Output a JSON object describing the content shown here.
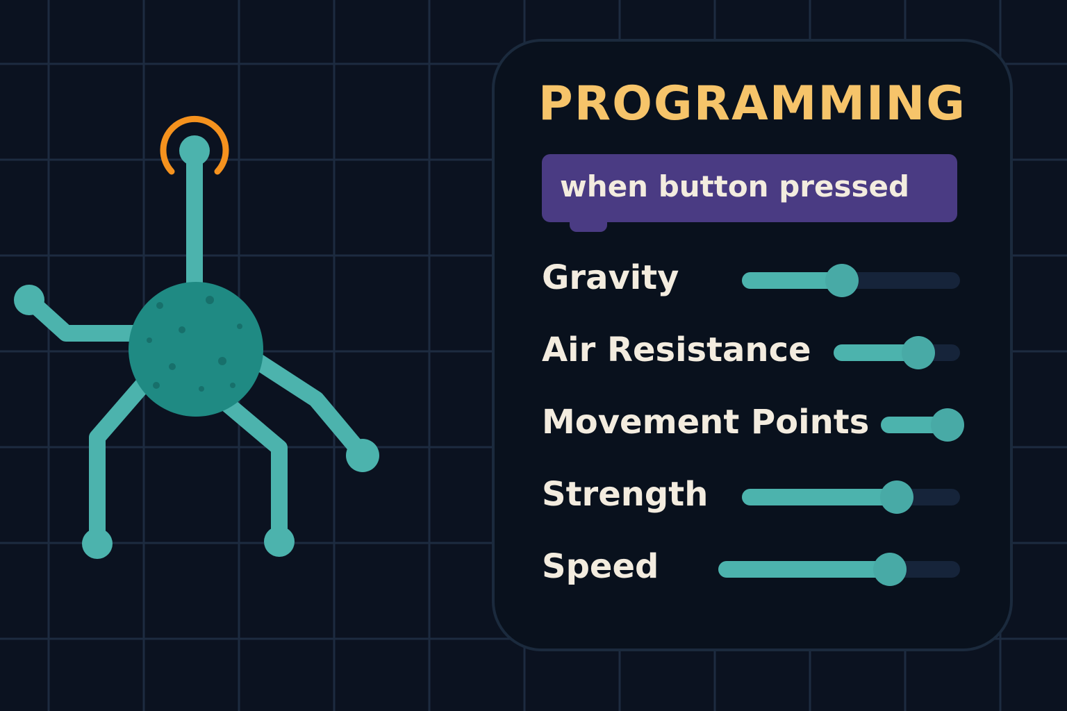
{
  "colors": {
    "background": "#0b1220",
    "grid_line": "#1d2b40",
    "panel_border": "#1b2a3d",
    "title": "#f6c46a",
    "event_block": "#4a3b83",
    "text": "#f3ecdf",
    "slider_track": "#16243a",
    "slider_fill": "#4cb3ad",
    "creature_body": "#1f8a83",
    "creature_limb": "#4cb3ad",
    "signal_arc": "#f5921e"
  },
  "panel": {
    "title": "PROGRAMMING",
    "event_block_label": "when button pressed"
  },
  "parameters": [
    {
      "label": "Gravity",
      "value": 0.46
    },
    {
      "label": "Air Resistance",
      "value": 0.67
    },
    {
      "label": "Movement Points",
      "value": 0.84
    },
    {
      "label": "Strength",
      "value": 0.71
    },
    {
      "label": "Speed",
      "value": 0.71
    }
  ],
  "icons": {
    "signal": "signal-arc-icon",
    "creature": "walker-creature-icon"
  }
}
